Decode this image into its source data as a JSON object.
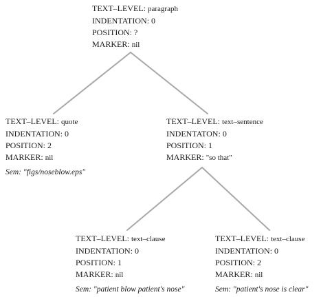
{
  "tree": {
    "root": {
      "text_level": "TEXT–LEVEL:",
      "text_level_value": "paragraph",
      "indentation": "INDENTATION:",
      "indentation_value": "0",
      "position": "POSITION:",
      "position_value": "?",
      "marker": "MARKER:",
      "marker_value": "nil"
    },
    "quote": {
      "text_level": "TEXT–LEVEL:",
      "text_level_value": "quote",
      "indentation": "INDENTATION:",
      "indentation_value": "0",
      "position": "POSITION:",
      "position_value": "2",
      "marker": "MARKER:",
      "marker_value": "nil",
      "sem": "Sem: \"figs/noseblow.eps\""
    },
    "sentence": {
      "text_level": "TEXT–LEVEL:",
      "text_level_value": "text–sentence",
      "indentation": "INDENTATON:",
      "indentation_value": "0",
      "position": "POSITION:",
      "position_value": "1",
      "marker": "MARKER:",
      "marker_value": "\"so that\""
    },
    "clause1": {
      "text_level": "TEXT–LEVEL:",
      "text_level_value": "text–clause",
      "indentation": "INDENTATION:",
      "indentation_value": "0",
      "position": "POSITION:",
      "position_value": "1",
      "marker": "MARKER:",
      "marker_value": "nil",
      "sem": "Sem: \"patient blow patient's nose\""
    },
    "clause2": {
      "text_level": "TEXT–LEVEL:",
      "text_level_value": "text–clause",
      "indentation": "INDENTATION:",
      "indentation_value": "0",
      "position": "POSITION:",
      "position_value": "2",
      "marker": "MARKER:",
      "marker_value": "nil",
      "sem": "Sem: \"patient's nose is clear\""
    }
  }
}
